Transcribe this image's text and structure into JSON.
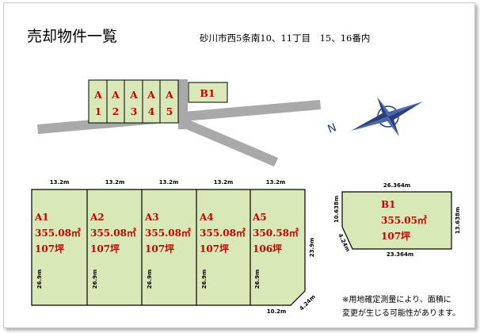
{
  "title": "売却物件一覧",
  "address": "砂川市西5条南10、11丁目　15、16番内",
  "map": {
    "lots": [
      {
        "line1": "A",
        "line2": "1"
      },
      {
        "line1": "A",
        "line2": "2"
      },
      {
        "line1": "A",
        "line2": "3"
      },
      {
        "line1": "A",
        "line2": "4"
      },
      {
        "line1": "A",
        "line2": "5"
      }
    ],
    "lot_b": "B1",
    "compass_letter": "N"
  },
  "lots": [
    {
      "id": "A1",
      "area": "355.08㎡",
      "tsubo": "107坪",
      "frontage": "13.2m",
      "depth": "26.9m"
    },
    {
      "id": "A2",
      "area": "355.08㎡",
      "tsubo": "107坪",
      "frontage": "13.2m",
      "depth": "26.9m"
    },
    {
      "id": "A3",
      "area": "355.08㎡",
      "tsubo": "107坪",
      "frontage": "13.2m",
      "depth": "26.9m"
    },
    {
      "id": "A4",
      "area": "355.08㎡",
      "tsubo": "107坪",
      "frontage": "13.2m",
      "depth": "26.9m"
    },
    {
      "id": "A5",
      "area": "350.58㎡",
      "tsubo": "106坪",
      "frontage": "13.2m",
      "depth": "26.9m"
    }
  ],
  "a5_extra": {
    "right_side": "23.9m",
    "bottom": "10.2m",
    "corner": "4.24m"
  },
  "lot_b1": {
    "id": "B1",
    "area": "355.05㎡",
    "tsubo": "107坪",
    "top": "26.364m",
    "bottom": "23.364m",
    "left": "10.638m",
    "right": "13.638m",
    "corner": "4.24m"
  },
  "note": {
    "line1": "※用地確定測量により、面積に",
    "line2": "変更が生じる可能性があります。"
  }
}
